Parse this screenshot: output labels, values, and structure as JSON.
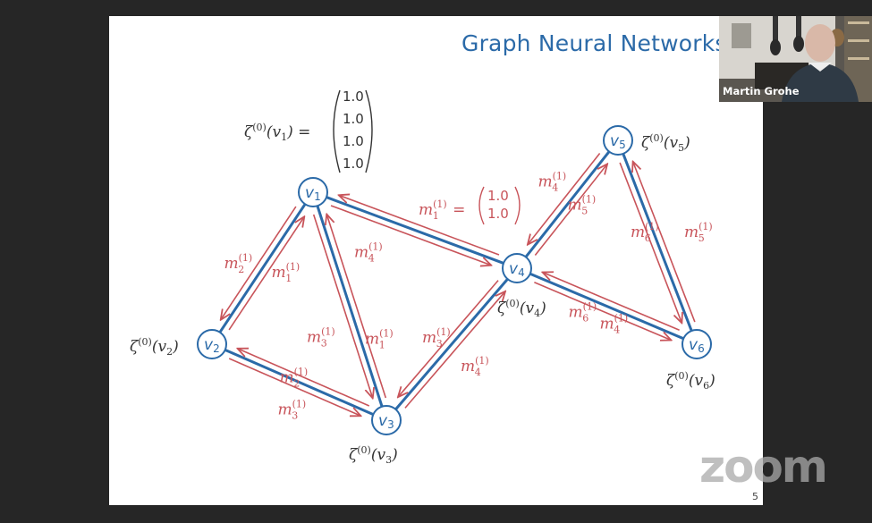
{
  "meeting": {
    "app": "zoom",
    "watermark": "zoom",
    "participant_name": "Martin Grohe"
  },
  "slide": {
    "title": "Graph Neural Networks",
    "page_number": "5",
    "initial_state": {
      "label": "ζ(0)(v1) =",
      "vector": [
        "1.0",
        "1.0",
        "1.0",
        "1.0"
      ]
    },
    "message_example": {
      "label": "m1(1) =",
      "vector": [
        "1.0",
        "1.0"
      ]
    },
    "nodes": [
      {
        "id": "v1",
        "label": "v",
        "sub": "1",
        "state": "ζ(0)(v1)"
      },
      {
        "id": "v2",
        "label": "v",
        "sub": "2",
        "state": "ζ(0)(v2)"
      },
      {
        "id": "v3",
        "label": "v",
        "sub": "3",
        "state": "ζ(0)(v3)"
      },
      {
        "id": "v4",
        "label": "v",
        "sub": "4",
        "state": "ζ(0)(v4)"
      },
      {
        "id": "v5",
        "label": "v",
        "sub": "5",
        "state": "ζ(0)(v5)"
      },
      {
        "id": "v6",
        "label": "v",
        "sub": "6",
        "state": "ζ(0)(v6)"
      }
    ],
    "edges": [
      {
        "a": "v1",
        "b": "v2",
        "msg_ab": "1",
        "msg_ba": "2"
      },
      {
        "a": "v1",
        "b": "v3",
        "msg_ab": "1",
        "msg_ba": "3"
      },
      {
        "a": "v1",
        "b": "v4",
        "msg_ab": "1",
        "msg_ba": "4"
      },
      {
        "a": "v2",
        "b": "v3",
        "msg_ab": "2",
        "msg_ba": "3"
      },
      {
        "a": "v3",
        "b": "v4",
        "msg_ab": "3",
        "msg_ba": "4"
      },
      {
        "a": "v4",
        "b": "v5",
        "msg_ab": "4",
        "msg_ba": "5"
      },
      {
        "a": "v4",
        "b": "v6",
        "msg_ab": "4",
        "msg_ba": "6"
      },
      {
        "a": "v5",
        "b": "v6",
        "msg_ab": "5",
        "msg_ba": "6"
      }
    ],
    "colors": {
      "edge": "#2b6aa8",
      "message": "#c8545a",
      "title": "#2b6aa8"
    }
  }
}
